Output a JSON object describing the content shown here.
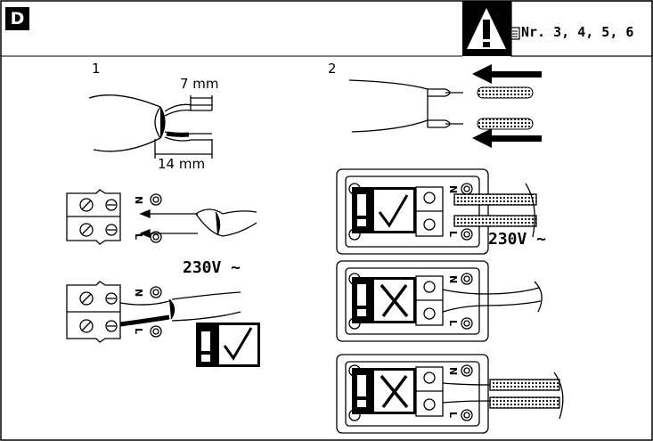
{
  "badge": "D",
  "reference": {
    "icon": "document-icon",
    "text": "Nr. 3, 4, 5, 6"
  },
  "warning_icon": "warning-triangle-icon",
  "step1": {
    "number": "1",
    "dim_short": "7 mm",
    "dim_long": "14 mm",
    "voltage": "230V ~",
    "terminal_labels": [
      "N",
      "L"
    ]
  },
  "step2": {
    "number": "2",
    "voltage": "230V ~",
    "terminal_labels": [
      "N",
      "L"
    ],
    "checks": [
      "correct",
      "wrong",
      "wrong"
    ]
  },
  "colors": {
    "line": "#000000",
    "background": "#ffffff",
    "warning_bg": "#000000",
    "mark_bg": "#ffffff"
  }
}
